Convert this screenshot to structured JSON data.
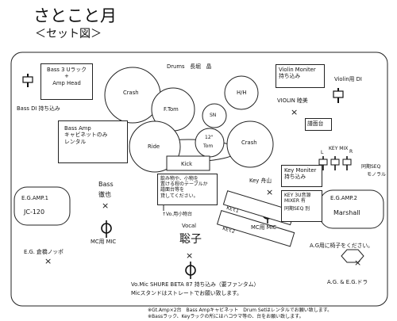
{
  "title": "さとこと月",
  "subtitle": "＜セット図＞",
  "drums": {
    "header": "Drums　長堀　晶",
    "crash_left": "Crash",
    "ftom": "F.Tom",
    "hh": "H/H",
    "sn": "SN",
    "ride": "Ride",
    "tom12_a": "12\"",
    "tom12_b": "Tom",
    "crash_right": "Crash",
    "kick": "Kick"
  },
  "bass_rack": {
    "line1": "Bass 3 Uラック",
    "line2": "+",
    "line3": "Amp Head"
  },
  "bass_di": "Bass DI 持ち込み",
  "bass_amp": {
    "line1": "Bass Amp",
    "line2": "キャビネットのみ",
    "line3": "レンタル"
  },
  "bass_player": {
    "line1": "Bass",
    "line2": "徹也",
    "mic": "MC用 MIC"
  },
  "eg_amp1": {
    "line1": "E.G.AMP.1",
    "line2": "JC-120"
  },
  "eg_left": "E.G. 倉橋ノッポ",
  "drink_table": {
    "line1": "飲み物や、小物を",
    "line2": "置ける程のテーブルか",
    "line3": "譜面台等を",
    "line4": "貸してください。",
    "note": "↑Vo.用小物台"
  },
  "vocal": {
    "label": "Vocal",
    "name": "聡子",
    "mic_line": "Vo.Mic SHURE BETA 87 持ち込み（要ファンタム）",
    "stand_line": "Micスタンドはストレートでお願い致します。"
  },
  "violin": {
    "moniter_line1": "Violin Moniter",
    "moniter_line2": "持ち込み",
    "di": "Violin用 DI",
    "player": "VIOLIN 睦美",
    "stand": "譜面台"
  },
  "key_player": {
    "label": "Key 舟山",
    "mic": "MC用 MIC"
  },
  "key_moniter": {
    "line1": "Key Moniter",
    "line2": "持ち込み"
  },
  "key_mixer": {
    "line1": "KEY 3U音源",
    "line2": "MIXER 有",
    "line3": "同期SEQ 別"
  },
  "key1": "KEY.1",
  "key2": "KEY.2",
  "key_mix_label": "KEY MIX",
  "l_label": "L",
  "r_label": "R",
  "sync_seq": {
    "line1": "同期SEQ",
    "line2": "モノラル"
  },
  "eg_amp2": {
    "line1": "E.G.AMP.2",
    "line2": "Marshall"
  },
  "ag_chair": "A.G用に椅子をください。",
  "ag_eg": "A.G. & E.G.ドラ",
  "footer": {
    "line1": "※Gt.Amp×2台　Bass Ampキャビネット　Drum Setはレンタルでお願い致します。",
    "line2": "※Bassラック、Keyラックの所にはハコウマ等の、台をお願い致します。"
  },
  "cross_mark": "×"
}
